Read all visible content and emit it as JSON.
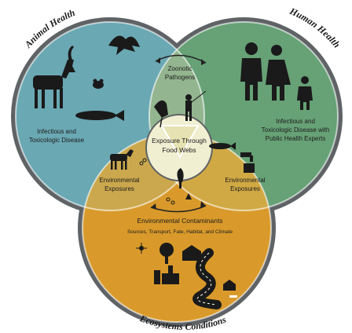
{
  "diagram": {
    "circles": {
      "animal": {
        "title": "Animal Health",
        "label_line1": "Infectious and",
        "label_line2": "Toxicologic Disease",
        "color": "#6aa8b3"
      },
      "human": {
        "title": "Human Health",
        "label_line1": "Infectious and",
        "label_line2": "Toxicologic Disease with",
        "label_line3": "Public Health Experts",
        "color": "#67a176"
      },
      "ecosystem": {
        "title": "Ecosystems Conditions",
        "label_line1": "Environmental Contaminants",
        "label_line2": "Sources, Transport, Fate, Habitat, and Climate",
        "color": "#d99a2b"
      }
    },
    "overlaps": {
      "zoonotic": {
        "line1": "Zoonotic",
        "line2": "Pathogens"
      },
      "env_left": {
        "line1": "Environmental",
        "line2": "Exposures"
      },
      "env_right": {
        "line1": "Environmental",
        "line2": "Exposures"
      },
      "center": {
        "line1": "Exposure Through",
        "line2": "Food Webs"
      }
    },
    "colors": {
      "ring": "#5f6366",
      "center_fill": "#f1efd2",
      "icon": "#1a1a1a",
      "white": "#ffffff"
    },
    "icons": [
      "deer-icon",
      "frog-icon",
      "fish-icon",
      "bird-icon",
      "family-icon",
      "fisherman-icon",
      "tree-icon",
      "factory-icon",
      "road-icon",
      "house-icon"
    ]
  }
}
